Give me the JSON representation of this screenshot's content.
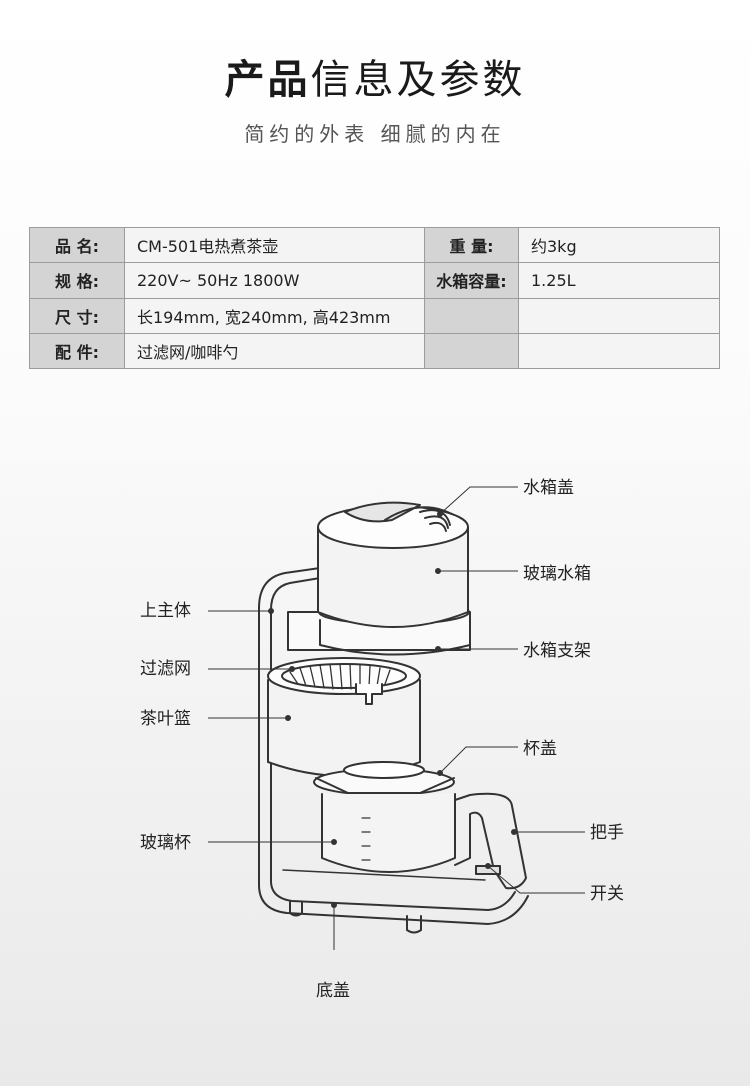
{
  "header": {
    "title_bold": "产品",
    "title_rest": "信息及参数",
    "subtitle": "简约的外表 细腻的内在"
  },
  "spec_table": {
    "name_label": "品 名:",
    "name_value": "CM-501电热煮茶壶",
    "weight_label": "重 量:",
    "weight_value": "约3kg",
    "standard_label": "规 格:",
    "standard_value": "220V~ 50Hz  1800W",
    "capacity_label": "水箱容量:",
    "capacity_value": "1.25L",
    "size_label": "尺 寸:",
    "size_value": "长194mm, 宽240mm, 高423mm",
    "accessory_label": "配 件:",
    "accessory_value": "过滤网/咖啡勺"
  },
  "parts": {
    "tank_lid": "水箱盖",
    "glass_tank": "玻璃水箱",
    "tank_bracket": "水箱支架",
    "upper_body": "上主体",
    "filter": "过滤网",
    "tea_basket": "茶叶篮",
    "cup_lid": "杯盖",
    "handle": "把手",
    "glass_cup": "玻璃杯",
    "switch": "开关",
    "base_cover": "底盖"
  }
}
